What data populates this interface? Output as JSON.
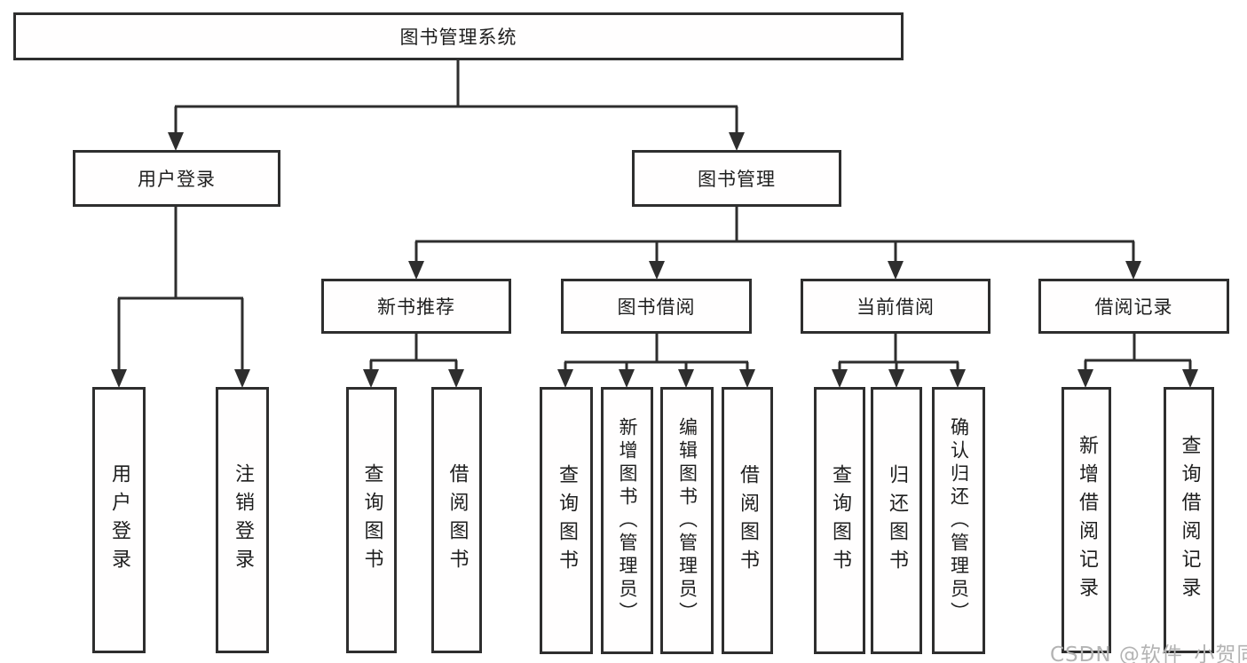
{
  "nodes": {
    "root": "图书管理系统",
    "user_login": "用户登录",
    "book_mgmt": "图书管理",
    "new_book_rec": "新书推荐",
    "book_borrow": "图书借阅",
    "current_borrow": "当前借阅",
    "borrow_records": "借阅记录",
    "leaf_user_login": "用户登录",
    "leaf_logout": "注销登录",
    "leaf_query_books_rec": "查询图书",
    "leaf_borrow_books_rec": "借阅图书",
    "leaf_query_books_borrow": "查询图书",
    "leaf_add_books_admin": "新增图书（管理员）",
    "leaf_edit_books_admin": "编辑图书（管理员）",
    "leaf_borrow_books_borrow": "借阅图书",
    "leaf_query_books_current": "查询图书",
    "leaf_return_books": "归还图书",
    "leaf_confirm_return_admin": "确认归还（管理员）",
    "leaf_add_borrow_record": "新增借阅记录",
    "leaf_query_borrow_record": "查询借阅记录"
  },
  "colors": {
    "line": "#2e2e2e",
    "text": "#1e1e1e",
    "background": "#ffffff",
    "watermark": "#b3b3b3"
  },
  "watermark": "CSDN @软件_小贺同学"
}
